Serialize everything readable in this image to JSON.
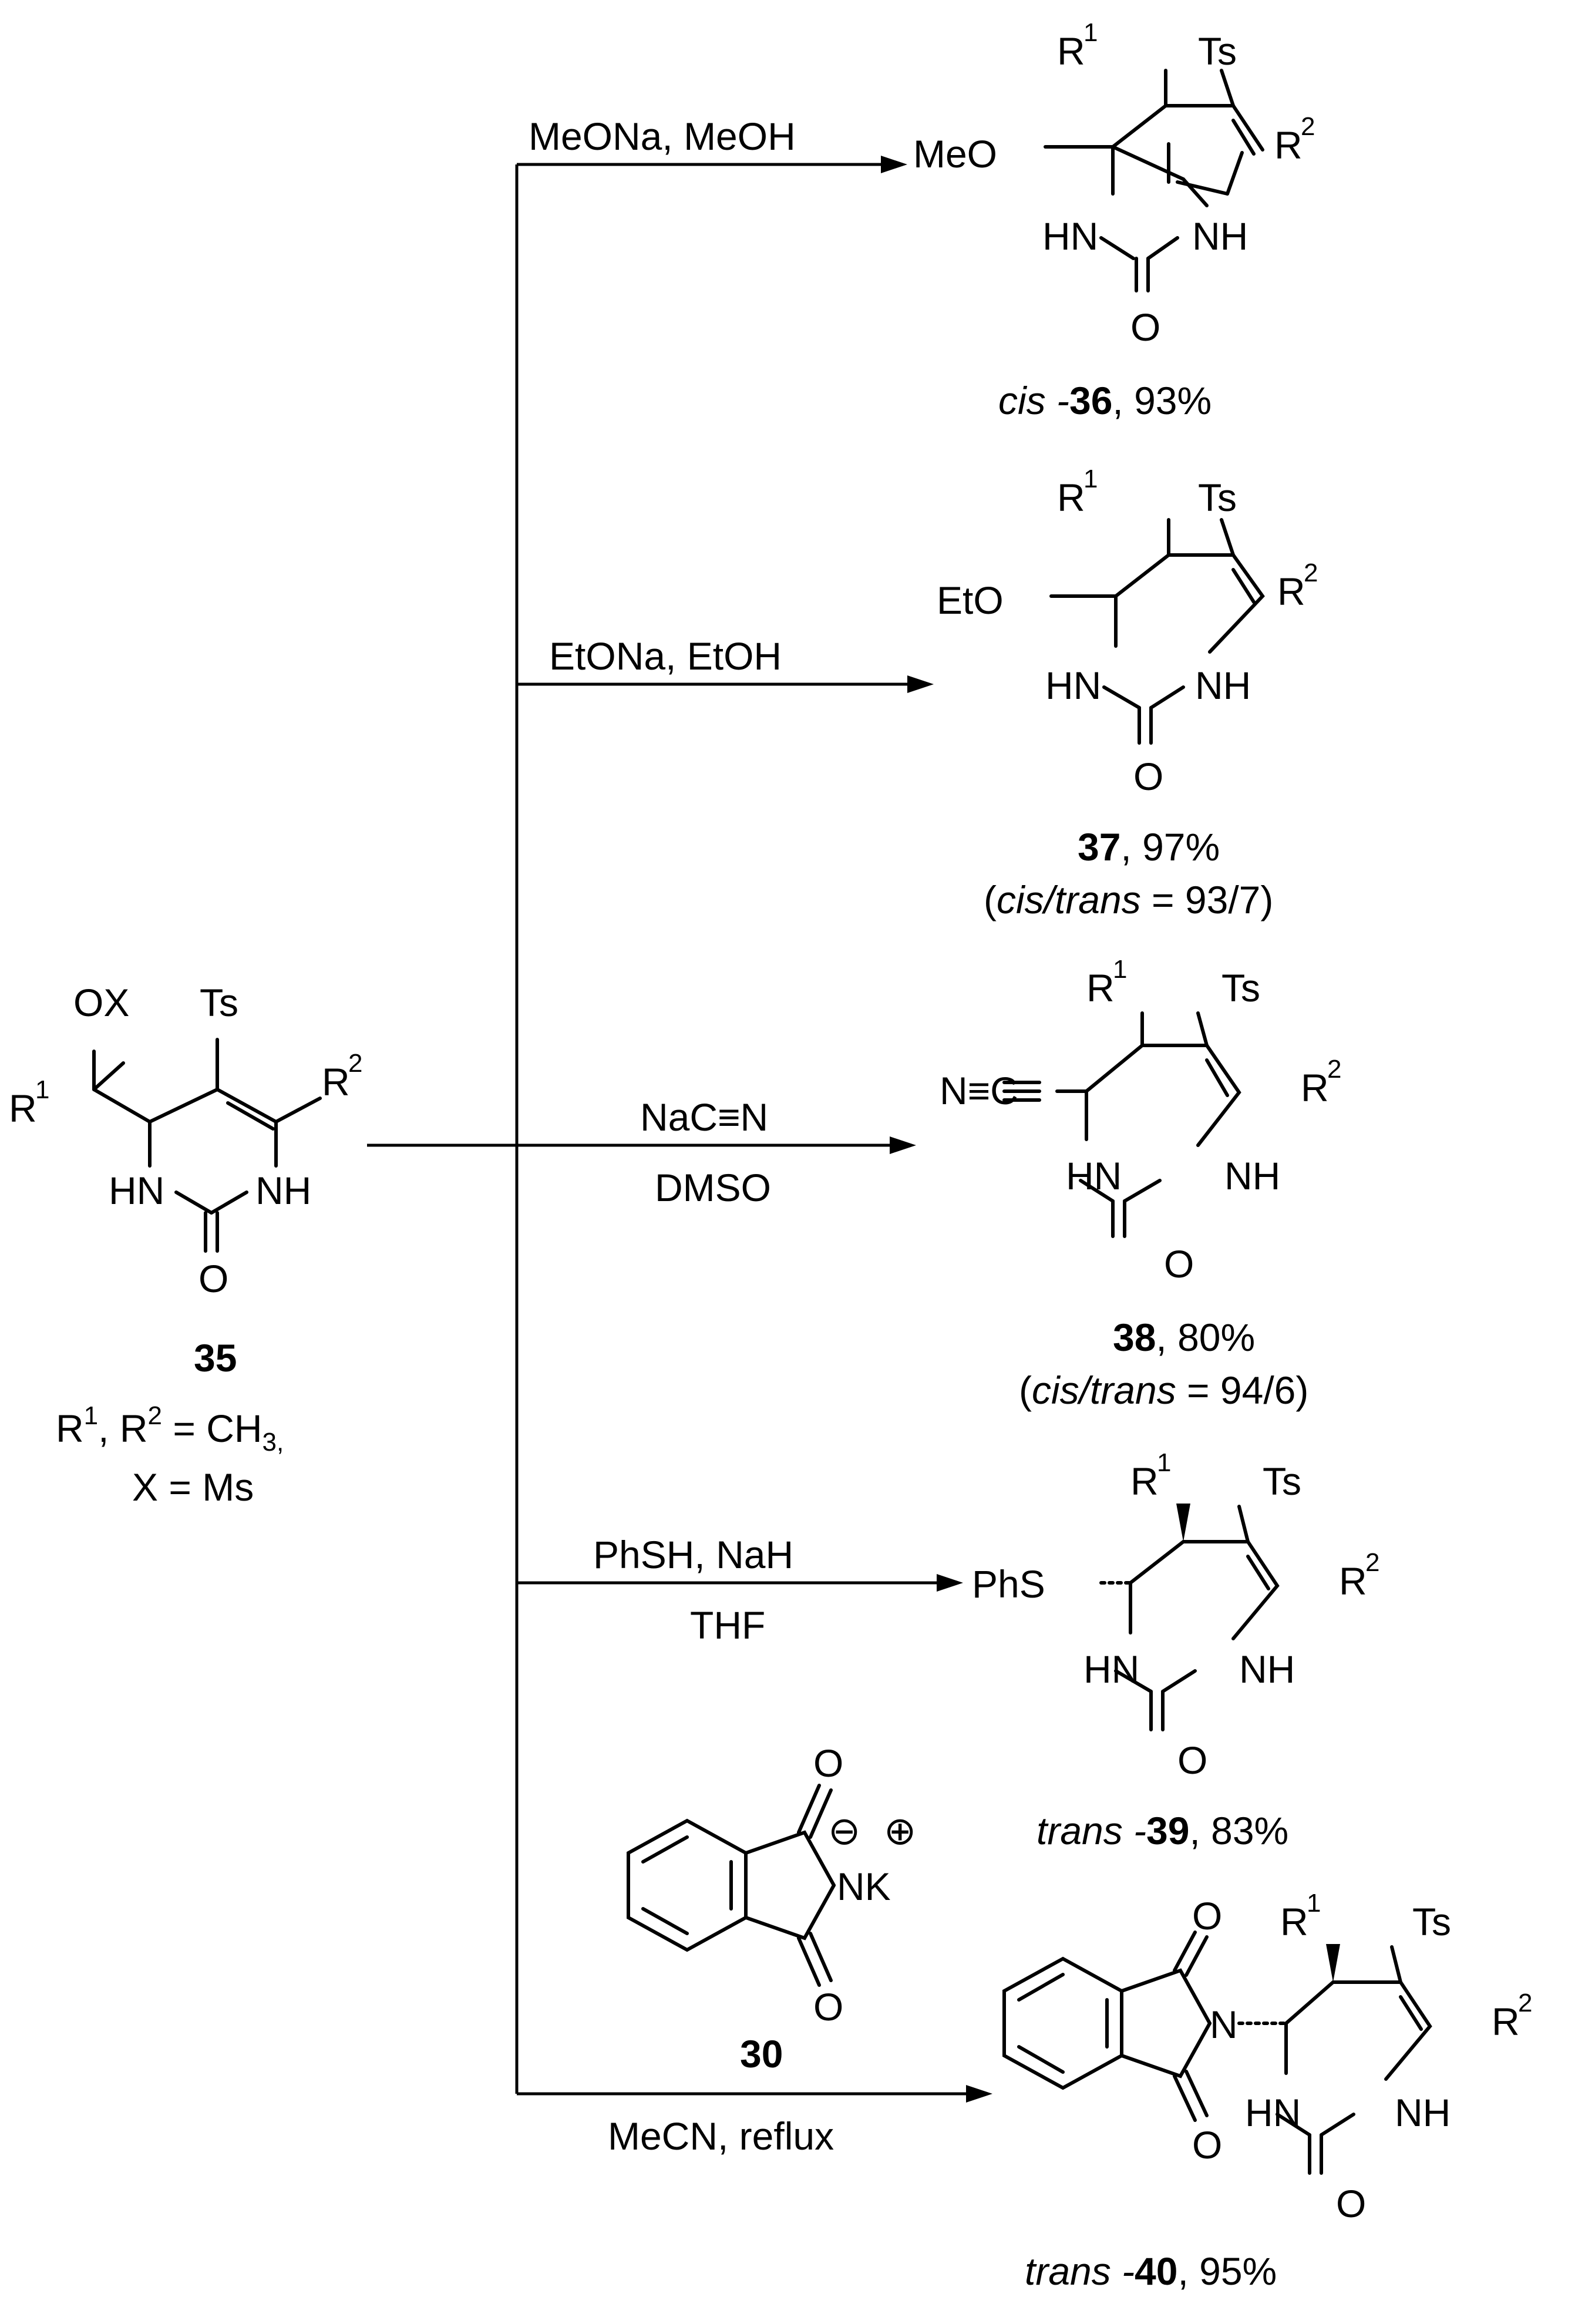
{
  "reagent": {
    "label": "35",
    "atoms": {
      "ox": "OX",
      "ts": "Ts",
      "r1": "R",
      "r1_sup": "1",
      "r2": "R",
      "r2_sup": "2",
      "hn": "HN",
      "nh": "NH",
      "o": "O"
    },
    "conditions": [
      "R",
      "1",
      ", R",
      "2",
      " = CH",
      "3,",
      "X = Ms"
    ]
  },
  "reactions": [
    {
      "id": "36",
      "conditions_top": "MeONa, MeOH",
      "conditions_bottom": "",
      "substituent": "MeO",
      "caption": {
        "prefix": "cis -",
        "num": "36",
        "suffix": ", 93%"
      },
      "ratio": null
    },
    {
      "id": "37",
      "conditions_top": "EtONa,  EtOH",
      "conditions_bottom": "",
      "substituent": "EtO",
      "caption": {
        "prefix": "",
        "num": "37",
        "suffix": ", 97%"
      },
      "ratio": {
        "open": "(",
        "ital": "cis/trans",
        "rest": " = 93/7)"
      }
    },
    {
      "id": "38",
      "conditions_top": "NaC≡N",
      "conditions_bottom": "DMSO",
      "substituent": "N≡C",
      "caption": {
        "prefix": "",
        "num": "38",
        "suffix": ", 80%"
      },
      "ratio": {
        "open": "(",
        "ital": "cis/trans",
        "rest": " = 94/6)"
      }
    },
    {
      "id": "39",
      "conditions_top": "PhSH, NaH",
      "conditions_bottom": "THF",
      "substituent": "PhS",
      "caption": {
        "prefix": "trans -",
        "num": "39",
        "suffix": ", 83%"
      },
      "ratio": null
    },
    {
      "id": "40",
      "conditions_top": "",
      "conditions_bottom": "MeCN, reflux",
      "substituent": "",
      "caption": {
        "prefix": "trans -",
        "num": "40",
        "suffix": ", 95%"
      },
      "ratio": null
    }
  ],
  "reagent30": {
    "label": "30",
    "o_top": "O",
    "o_bottom": "O",
    "nk": "NK",
    "minus": "⊖",
    "plus": "⊕"
  },
  "product_atoms": {
    "ts": "Ts",
    "r1": "R",
    "r1_sup": "1",
    "r2": "R",
    "r2_sup": "2",
    "hn": "HN",
    "nh": "NH",
    "o": "O",
    "n": "N"
  }
}
